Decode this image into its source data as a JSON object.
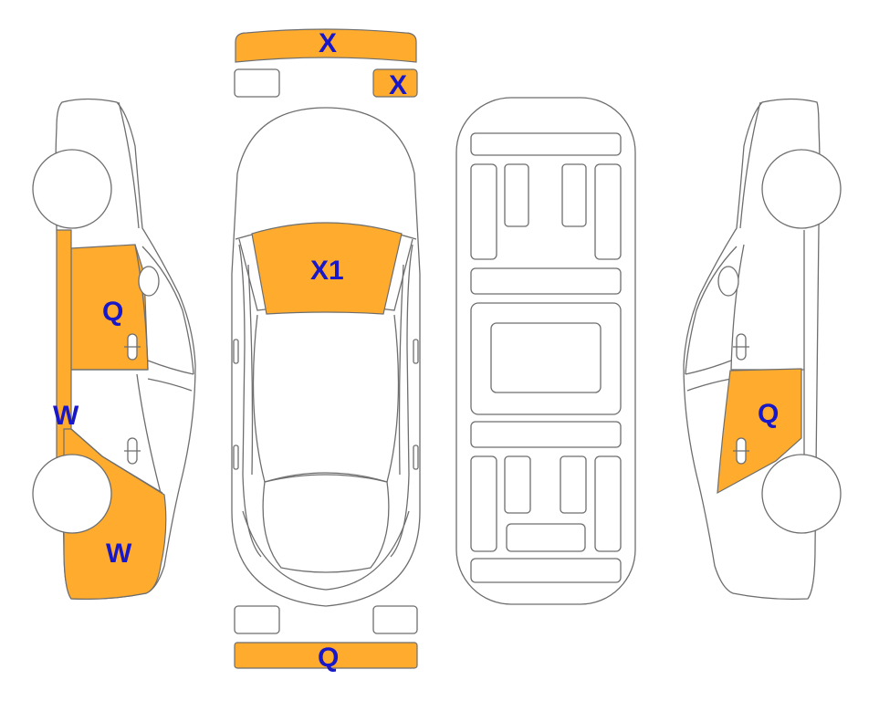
{
  "colors": {
    "damage_fill": "#ffab2d",
    "label_color": "#1818c8",
    "outline": "#6e6e6e",
    "background": "#ffffff"
  },
  "labels": {
    "front_bumper": "X",
    "front_right_part": "X",
    "hood": "X1",
    "left_front_door": "Q",
    "left_sill": "W",
    "left_rear_quarter": "W",
    "right_door": "Q",
    "rear_bumper": "Q"
  }
}
